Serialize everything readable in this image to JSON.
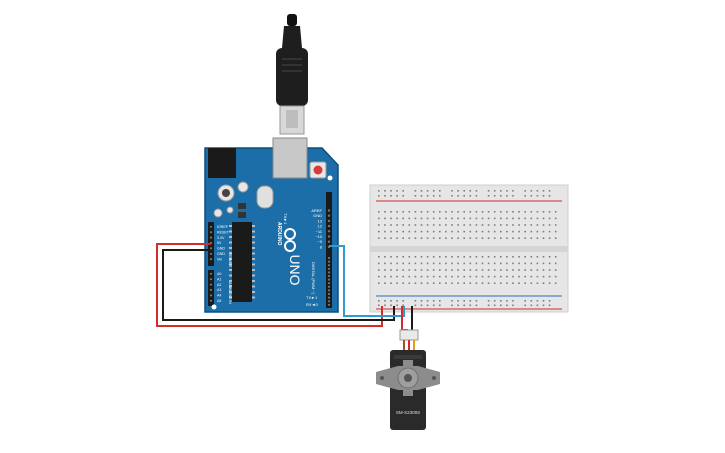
{
  "board": {
    "brand": "ARDUINO",
    "model": "UNO",
    "header_labels": [
      "AREF",
      "GND",
      "13",
      "12",
      "~11",
      "~10",
      "~9",
      "8"
    ],
    "power_pins": [
      "IOREF",
      "RESET",
      "3.3V",
      "5V",
      "GND",
      "GND",
      "Vin"
    ],
    "analog_pins": [
      "A0",
      "A1",
      "A2",
      "A3",
      "A4",
      "A5"
    ],
    "power_label": "POWER",
    "analog_label": "ANALOG IN",
    "digital_label": "DIGITAL (PWM ~)",
    "tx_label": "TX►1",
    "rx_label": "RX◄0"
  },
  "servo": {
    "label": "SM-S2309S"
  },
  "colors": {
    "board": "#1b6ea8",
    "wire_red": "#d42b2b",
    "wire_black": "#1a1a1a",
    "wire_blue": "#2f9ad3",
    "breadboard": "#e6e6e6",
    "servo_body": "#2a2a2a",
    "servo_horn": "#8c8c8c"
  },
  "icons": {
    "usb": "usb-cable-icon",
    "chip": "microcontroller-chip-icon",
    "servo": "servo-motor-icon"
  }
}
